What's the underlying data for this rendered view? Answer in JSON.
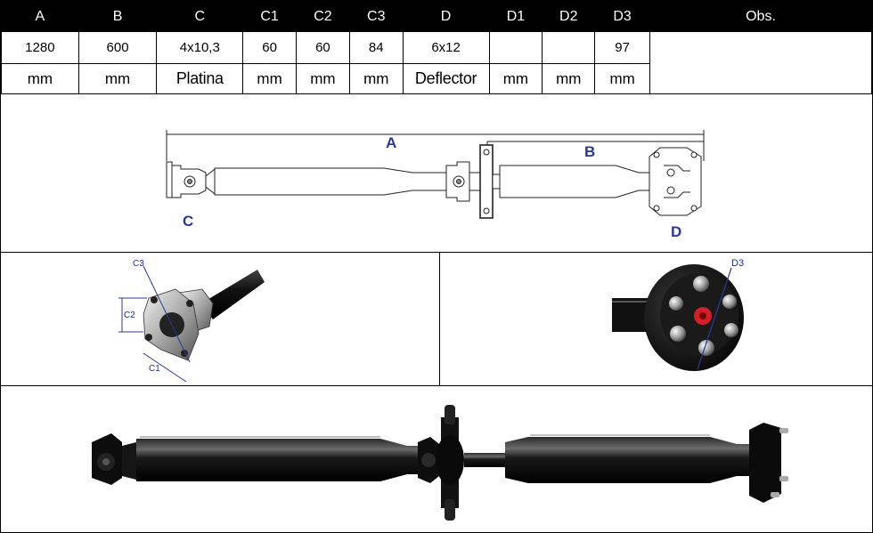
{
  "table": {
    "headers": [
      "A",
      "B",
      "C",
      "C1",
      "C2",
      "C3",
      "D",
      "D1",
      "D2",
      "D3",
      "Obs."
    ],
    "values": [
      "1280",
      "600",
      "4x10,3",
      "60",
      "60",
      "84",
      "6x12",
      "",
      "",
      "97"
    ],
    "units": [
      "mm",
      "mm",
      "Platina",
      "mm",
      "mm",
      "mm",
      "Deflector",
      "mm",
      "mm",
      "mm"
    ]
  },
  "diagram_top": {
    "labels": {
      "a": "A",
      "b": "B",
      "c": "C",
      "d": "D"
    }
  },
  "detail_left": {
    "labels": {
      "c1": "C1",
      "c2": "C2",
      "c3": "C3"
    }
  },
  "detail_right": {
    "labels": {
      "d3": "D3"
    }
  },
  "colors": {
    "header_bg": "#000000",
    "dimension_label": "#2a3a8f",
    "shaft_black": "#111111",
    "coupling_red": "#d0202a"
  }
}
